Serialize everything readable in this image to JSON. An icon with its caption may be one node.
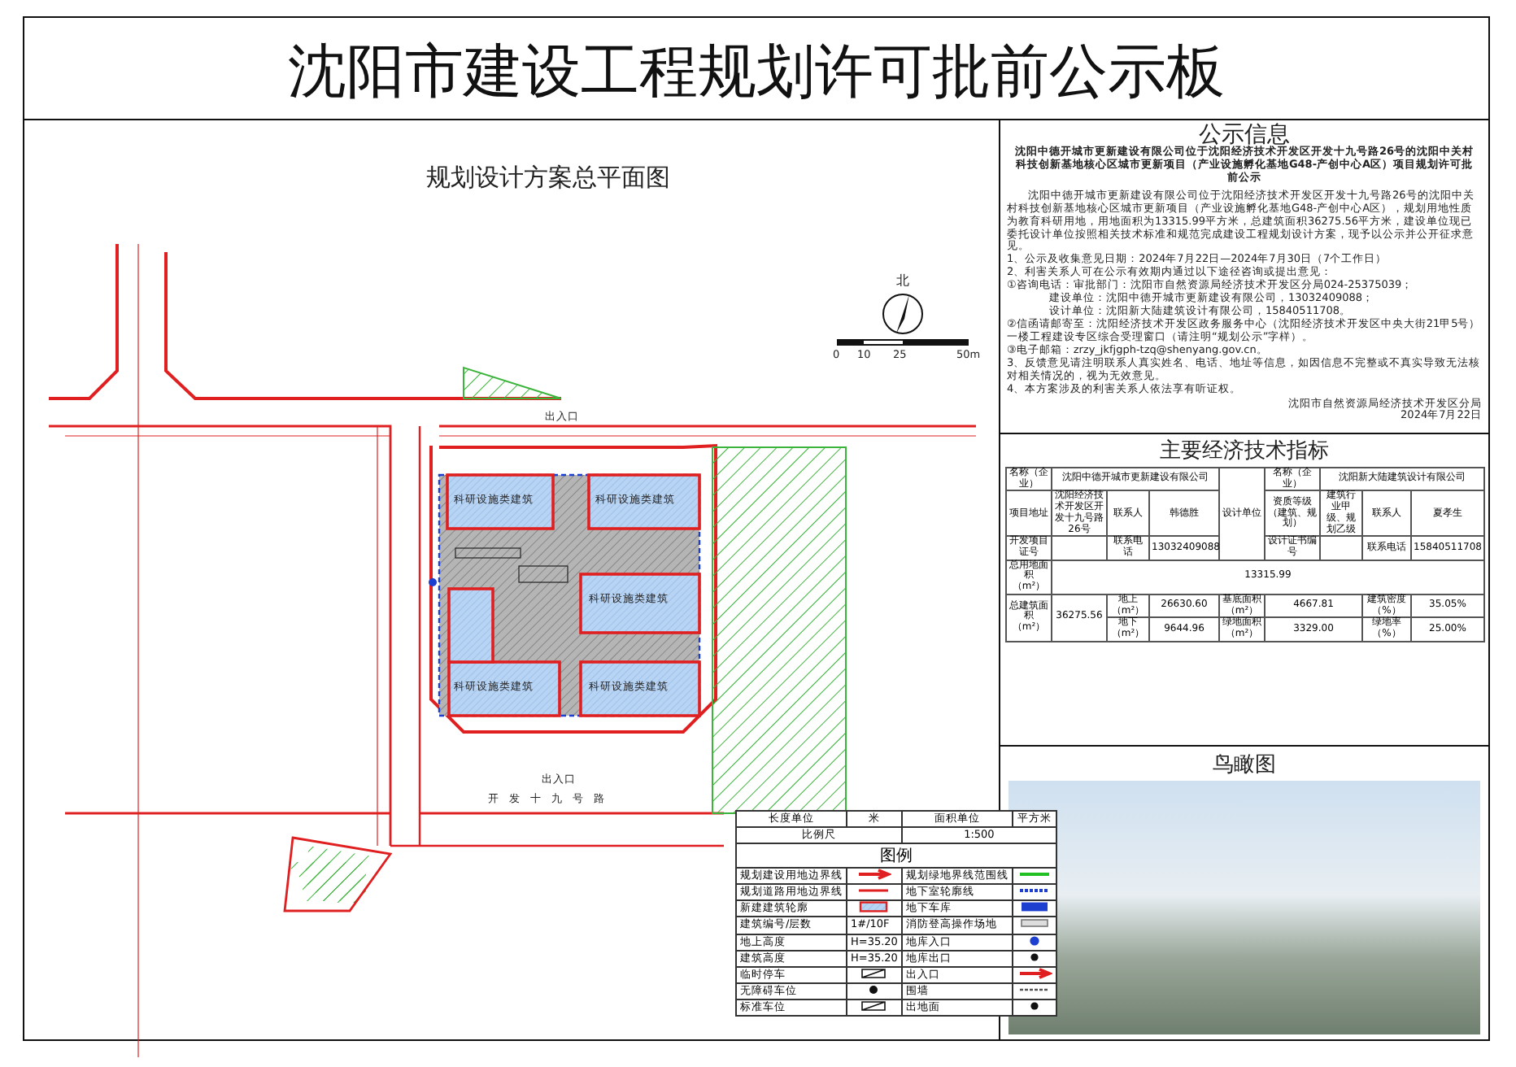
{
  "diagram": {
    "title": "沈阳市建设工程规划许可批前公示板",
    "labels": [
      "规划设计方案总平面图",
      "北",
      "0",
      "10",
      "25",
      "50m",
      "出入口",
      "科研设施类建筑",
      "科研设施类建筑",
      "科研设施类建筑",
      "科研设施类建筑",
      "科研设施类建筑",
      "出入口",
      "开发十九号路",
      "长度单位",
      "米",
      "面积单位",
      "平方米",
      "比例尺",
      "1:500",
      "图例",
      "1#/10F",
      "H=35.20",
      "H=35.20",
      "公示信息",
      "沈阳中德开城市更新建设有限公司位于沈阳经济技术开发区开发十九号路26号的沈阳中关村科技创新基地核心区城市更新项目（产业设施孵化基地G48-产创中心A区）项目规划许可批前公示",
      "沈阳中德开城市更新建设有限公司位于沈阳经济技术开发区开发十九号路26号的沈阳中关村科技创新基地核心区城市更新项目（产业设施孵化基地G48-产创中心A区），规划用地性质为教育科研用地，用地面积为13315.99平方米，总建筑面积36275.56平方米，建设单位现已委托设计单位按照相关技术标准和规范完成建设工程规划设计方案，现予以公示并公开征求意见。",
      "1、公示及收集意见日期：2024年7月22日—2024年7月30日（7个工作日）",
      "2、利害关系人可在公示有效期内通过以下途径咨询或提出意见：",
      "①咨询电话：审批部门：沈阳市自然资源局经济技术开发区分局024-25375039；",
      "建设单位：沈阳中德开城市更新建设有限公司，13032409088；",
      "设计单位：沈阳新大陆建筑设计有限公司，15840511708。",
      "②信函请邮寄至：沈阳经济技术开发区政务服务中心（沈阳经济技术开发区中央大街21甲5号）一楼工程建设专区综合受理窗口（请注明“规划公示”字样）。",
      "③电子邮箱：zrzy_jkfjgph-tzq@shenyang.gov.cn。",
      "3、反馈意见请注明联系人真实姓名、电话、地址等信息，如因信息不完整或不真实导致无法核对相关情况的，视为无效意见。",
      "4、本方案涉及的利害关系人依法享有听证权。",
      "沈阳市自然资源局经济技术开发区分局",
      "2024年7月22日",
      "主要经济技术指标",
      "名称（企业）",
      "沈阳中德开城市更新建设有限公司",
      "设计单位",
      "名称（企业）",
      "沈阳新大陆建筑设计有限公司",
      "项目地址",
      "沈阳经济技术开发区开发十九号路26号",
      "联系人",
      "韩德胜",
      "资质等级（建筑、规划）",
      "建筑行业甲级、规划乙级",
      "联系人",
      "夏孝生",
      "开发项目证号",
      "联系电话",
      "13032409088",
      "设计证书编号",
      "联系电话",
      "15840511708",
      "总用地面积（m²）",
      "13315.99",
      "总建筑面积（m²）",
      "36275.56",
      "地上（m²）",
      "26630.60",
      "基底面积（m²）",
      "4667.81",
      "建筑密度（%）",
      "35.05%",
      "地下（m²）",
      "9644.96",
      "绿地面积（m²）",
      "3329.00",
      "绿地率（%）",
      "25.00%",
      "鸟瞰图"
    ],
    "legend": [
      {
        "text": "规划建设用地边界线"
      },
      {
        "text": "规划道路用地边界线"
      },
      {
        "text": "新建建筑轮廓"
      },
      {
        "text": "建筑编号/层数"
      },
      {
        "text": "地上高度"
      },
      {
        "text": "建筑高度"
      },
      {
        "text": "临时停车"
      },
      {
        "text": "无障碍车位"
      },
      {
        "text": "标准车位"
      },
      {
        "text": "规划绿地界线范围线"
      },
      {
        "text": "地下室轮廓线"
      },
      {
        "text": "地下车库"
      },
      {
        "text": "消防登高操作场地"
      },
      {
        "text": "地库入口"
      },
      {
        "text": "地库出口"
      },
      {
        "text": "出入口"
      },
      {
        "text": "围墙"
      },
      {
        "text": "出地面"
      }
    ]
  }
}
